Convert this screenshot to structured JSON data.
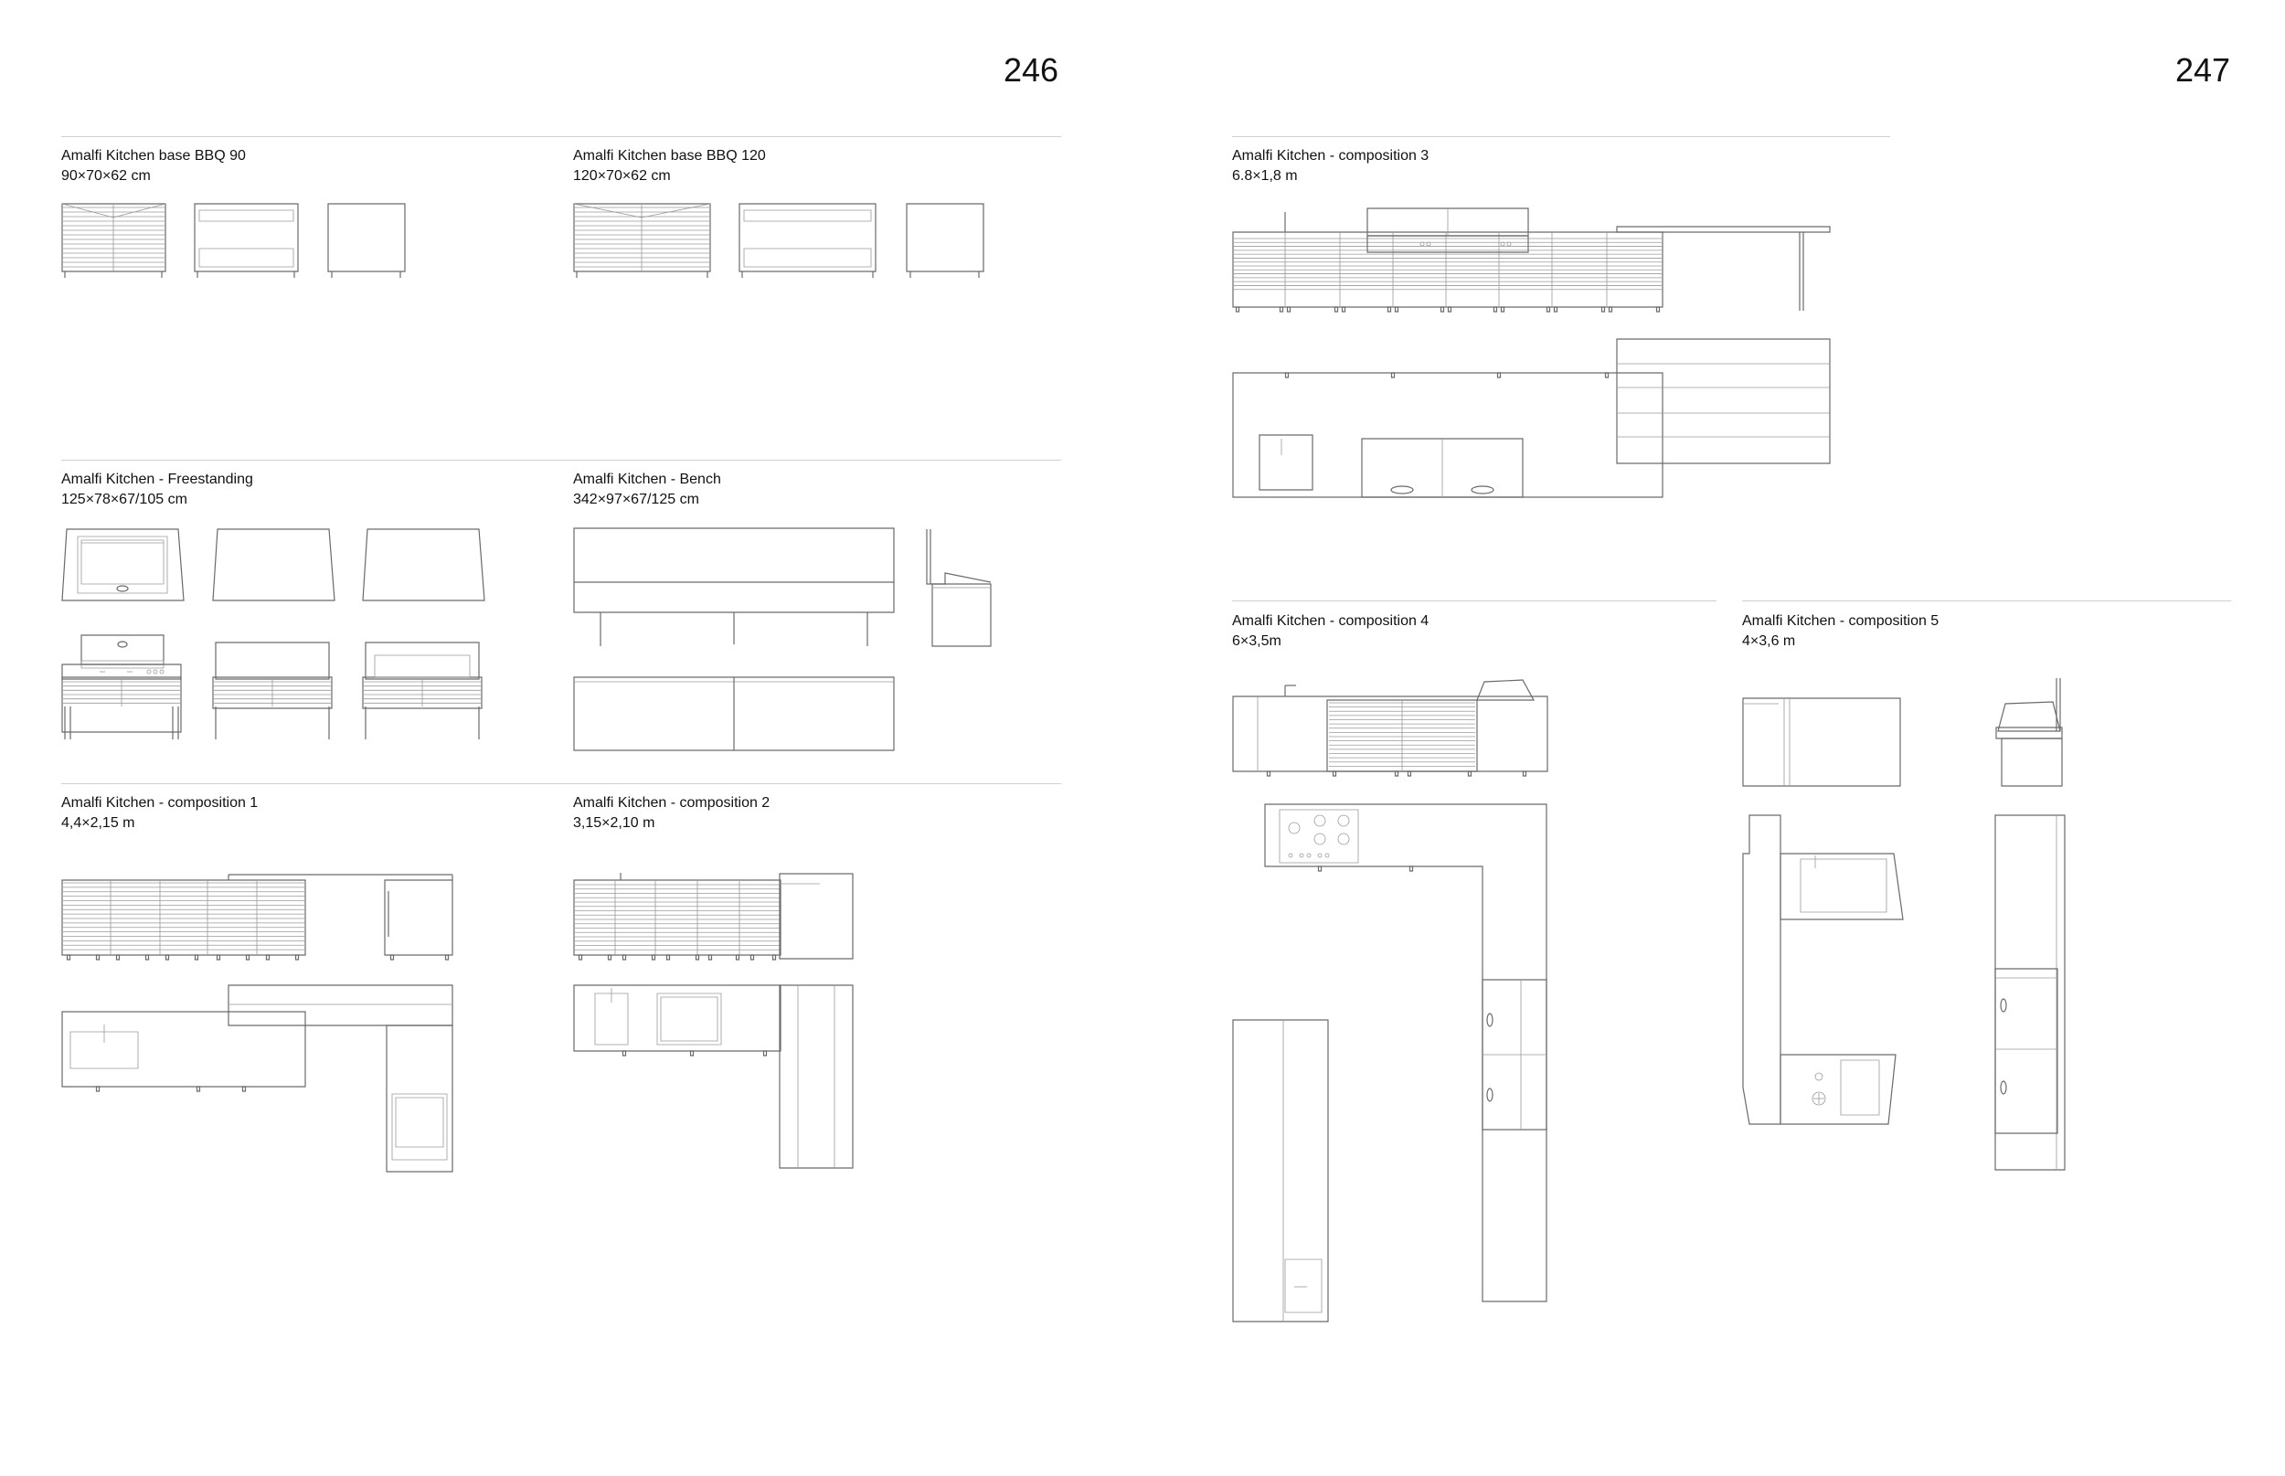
{
  "pages": {
    "left": "246",
    "right": "247"
  },
  "items": [
    {
      "title": "Amalfi Kitchen base BBQ 90",
      "dims": "90×70×62 cm"
    },
    {
      "title": "Amalfi Kitchen base BBQ 120",
      "dims": "120×70×62 cm"
    },
    {
      "title": "Amalfi Kitchen - Freestanding",
      "dims": "125×78×67/105 cm"
    },
    {
      "title": "Amalfi Kitchen - Bench",
      "dims": "342×97×67/125 cm"
    },
    {
      "title": "Amalfi Kitchen - composition 1",
      "dims": "4,4×2,15 m"
    },
    {
      "title": "Amalfi Kitchen - composition 2",
      "dims": "3,15×2,10 m"
    },
    {
      "title": "Amalfi Kitchen - composition 3",
      "dims": "6.8×1,8 m"
    },
    {
      "title": "Amalfi Kitchen - composition 4",
      "dims": "6×3,5m"
    },
    {
      "title": "Amalfi Kitchen - composition 5",
      "dims": "4×3,6 m"
    }
  ]
}
